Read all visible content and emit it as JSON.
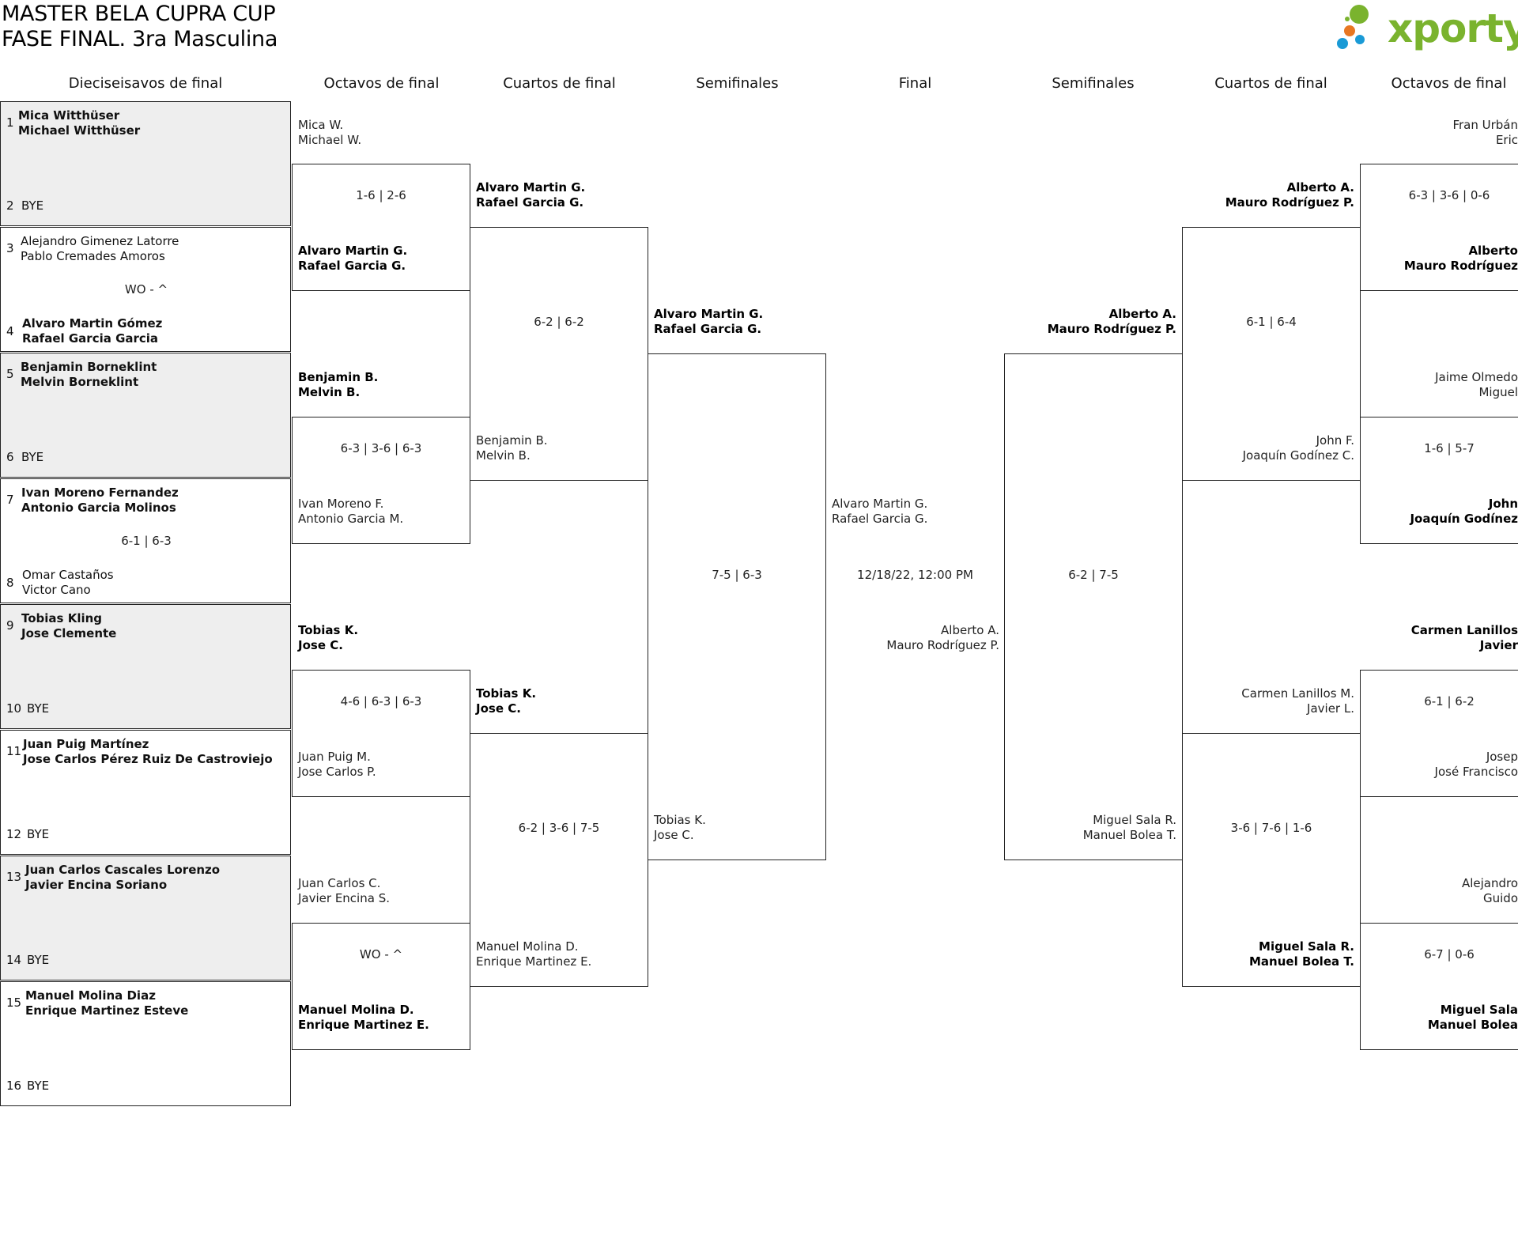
{
  "header": {
    "title_line1": "MASTER BELA CUPRA CUP",
    "title_line2": "FASE FINAL. 3ra Masculina"
  },
  "logo": {
    "text": "xporty",
    "text_color": "#7ab32e",
    "dot_colors": [
      "#7ab32e",
      "#e87722",
      "#1a9ad6"
    ]
  },
  "columns": {
    "c1": "Dieciseisavos de final",
    "c2": "Octavos de final",
    "c3": "Cuartos de final",
    "c4": "Semifinales",
    "c5": "Final",
    "c6": "Semifinales",
    "c7": "Cuartos de final",
    "c8": "Octavos de final"
  },
  "colors": {
    "shade": "#eeeeee",
    "line": "#222222"
  },
  "round1": {
    "s1": {
      "num": "1",
      "p1": "Mica Witthüser",
      "p2": "Michael Witthüser"
    },
    "s2": {
      "num": "2",
      "text": "BYE"
    },
    "s3": {
      "num": "3",
      "p1": "Alejandro Gimenez Latorre",
      "p2": "Pablo Cremades Amoros"
    },
    "m2_score": "WO - ^",
    "s4": {
      "num": "4",
      "p1": "Alvaro Martin Gómez",
      "p2": "Rafael Garcia Garcia"
    },
    "s5": {
      "num": "5",
      "p1": "Benjamin Borneklint",
      "p2": "Melvin Borneklint"
    },
    "s6": {
      "num": "6",
      "text": "BYE"
    },
    "s7": {
      "num": "7",
      "p1": "Ivan Moreno Fernandez",
      "p2": "Antonio Garcia Molinos"
    },
    "m4_score": "6-1 | 6-3",
    "s8": {
      "num": "8",
      "p1": "Omar Castaños",
      "p2": "Victor Cano"
    },
    "s9": {
      "num": "9",
      "p1": "Tobias Kling",
      "p2": "Jose Clemente"
    },
    "s10": {
      "num": "10",
      "text": "BYE"
    },
    "s11": {
      "num": "11",
      "p1": "Juan Puig Martínez",
      "p2": "Jose Carlos Pérez Ruiz De Castroviejo"
    },
    "s12": {
      "num": "12",
      "text": "BYE"
    },
    "s13": {
      "num": "13",
      "p1": "Juan Carlos Cascales Lorenzo",
      "p2": "Javier Encina Soriano"
    },
    "s14": {
      "num": "14",
      "text": "BYE"
    },
    "s15": {
      "num": "15",
      "p1": "Manuel Molina Diaz",
      "p2": "Enrique Martinez Esteve"
    },
    "s16": {
      "num": "16",
      "text": "BYE"
    }
  },
  "round2_left": {
    "a": {
      "p1": "Mica W.",
      "p2": "Michael W."
    },
    "a_score": "1-6 | 2-6",
    "b": {
      "p1": "Alvaro Martin G.",
      "p2": "Rafael Garcia G."
    },
    "c": {
      "p1": "Benjamin B.",
      "p2": "Melvin B."
    },
    "c_score": "6-3 | 3-6 | 6-3",
    "d": {
      "p1": "Ivan Moreno F.",
      "p2": "Antonio Garcia M."
    },
    "e": {
      "p1": "Tobias K.",
      "p2": "Jose C."
    },
    "e_score": "4-6 | 6-3 | 6-3",
    "f": {
      "p1": "Juan Puig M.",
      "p2": "Jose Carlos P."
    },
    "g": {
      "p1": "Juan Carlos C.",
      "p2": "Javier Encina S."
    },
    "g_score": "WO - ^",
    "h": {
      "p1": "Manuel Molina D.",
      "p2": "Enrique Martinez E."
    }
  },
  "quarters_left": {
    "a": {
      "p1": "Alvaro Martin G.",
      "p2": "Rafael Garcia G."
    },
    "a_score": "6-2 | 6-2",
    "b": {
      "p1": "Benjamin B.",
      "p2": "Melvin B."
    },
    "c": {
      "p1": "Tobias K.",
      "p2": "Jose C."
    },
    "c_score": "6-2 | 3-6 | 7-5",
    "d": {
      "p1": "Manuel Molina D.",
      "p2": "Enrique Martinez E."
    }
  },
  "semis_left": {
    "a": {
      "p1": "Alvaro Martin G.",
      "p2": "Rafael Garcia G."
    },
    "score": "7-5 | 6-3",
    "b": {
      "p1": "Tobias K.",
      "p2": "Jose C."
    }
  },
  "final": {
    "left": {
      "p1": "Alvaro Martin G.",
      "p2": "Rafael Garcia G."
    },
    "datetime": "12/18/22, 12:00 PM",
    "right": {
      "p1": "Alberto A.",
      "p2": "Mauro Rodríguez P."
    }
  },
  "semis_right": {
    "a": {
      "p1": "Alberto A.",
      "p2": "Mauro Rodríguez P."
    },
    "score": "6-2 | 7-5",
    "b": {
      "p1": "Miguel Sala R.",
      "p2": "Manuel Bolea T."
    }
  },
  "quarters_right": {
    "a": {
      "p1": "Alberto A.",
      "p2": "Mauro Rodríguez P."
    },
    "a_score": "6-1 | 6-4",
    "b": {
      "p1": "John F.",
      "p2": "Joaquín Godínez C."
    },
    "c": {
      "p1": "Carmen Lanillos M.",
      "p2": "Javier L."
    },
    "c_score": "3-6 | 7-6 | 1-6",
    "d": {
      "p1": "Miguel Sala R.",
      "p2": "Manuel Bolea T."
    }
  },
  "round2_right": {
    "a": {
      "p1": "Fran Urbán",
      "p2": "Eric"
    },
    "a_score": "6-3 | 3-6 | 0-6",
    "b": {
      "p1": "Alberto",
      "p2": "Mauro Rodríguez"
    },
    "c": {
      "p1": "Jaime Olmedo",
      "p2": "Miguel"
    },
    "c_score": "1-6 | 5-7",
    "d": {
      "p1": "John",
      "p2": "Joaquín Godínez"
    },
    "e": {
      "p1": "Carmen Lanillos",
      "p2": "Javier"
    },
    "e_score": "6-1 | 6-2",
    "f": {
      "p1": "Josep",
      "p2": "José Francisco"
    },
    "g": {
      "p1": "Alejandro",
      "p2": "Guido"
    },
    "g_score": "6-7 | 0-6",
    "h": {
      "p1": "Miguel Sala",
      "p2": "Manuel Bolea"
    }
  }
}
